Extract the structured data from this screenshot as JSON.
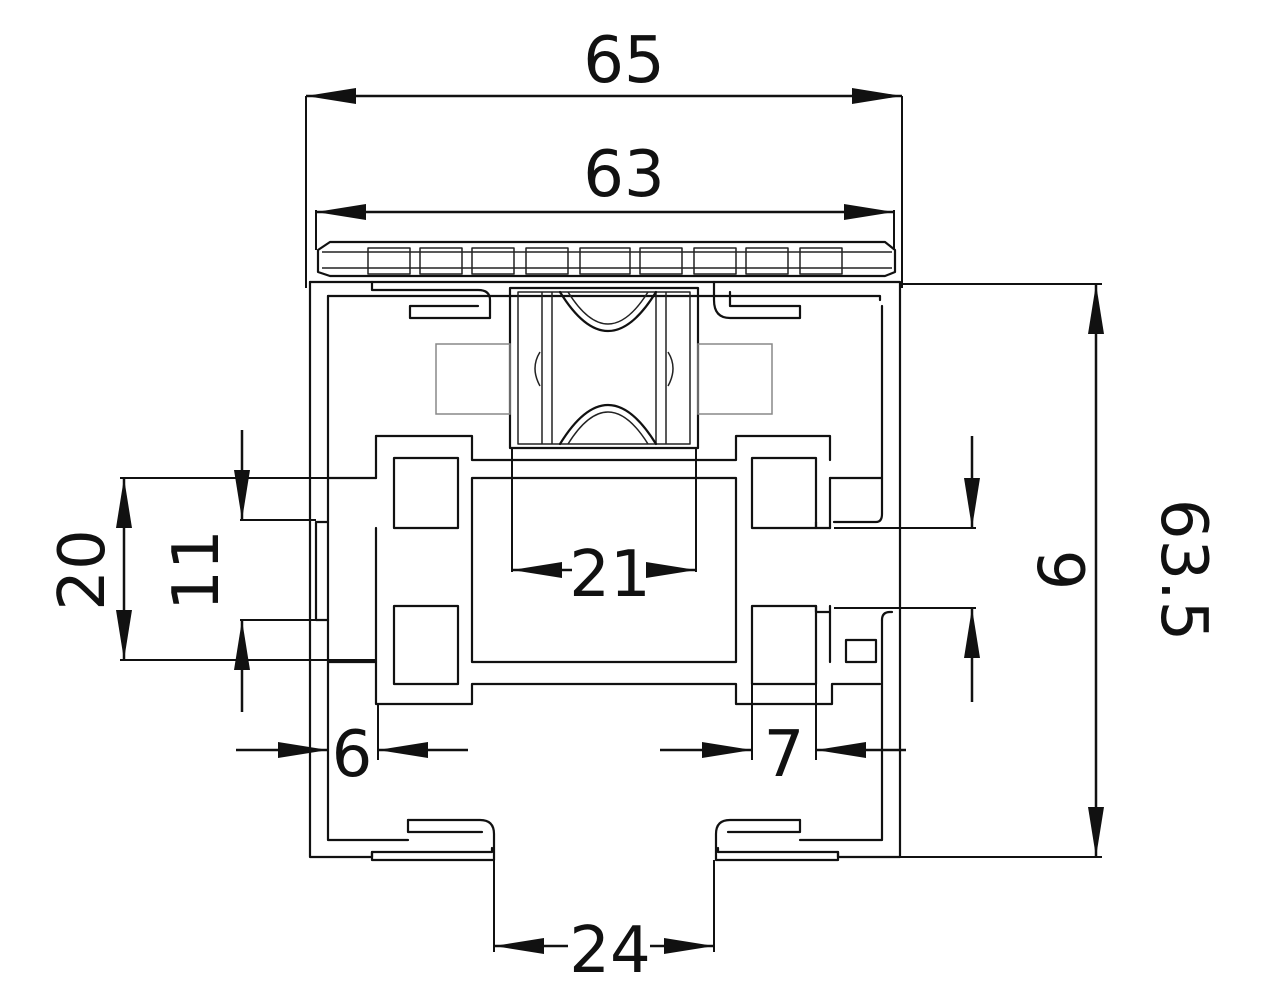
{
  "colors": {
    "line": "#111111",
    "background": "#ffffff",
    "grey": "#888888"
  },
  "dimensions": {
    "overall_width": "65",
    "cap_width": "63",
    "overall_height": "63.5",
    "left_slot_outer": "20",
    "left_slot_inner": "11",
    "right_slot": "9",
    "center_channel": "21",
    "left_wall": "6",
    "right_wall": "7",
    "bottom_opening": "24"
  }
}
